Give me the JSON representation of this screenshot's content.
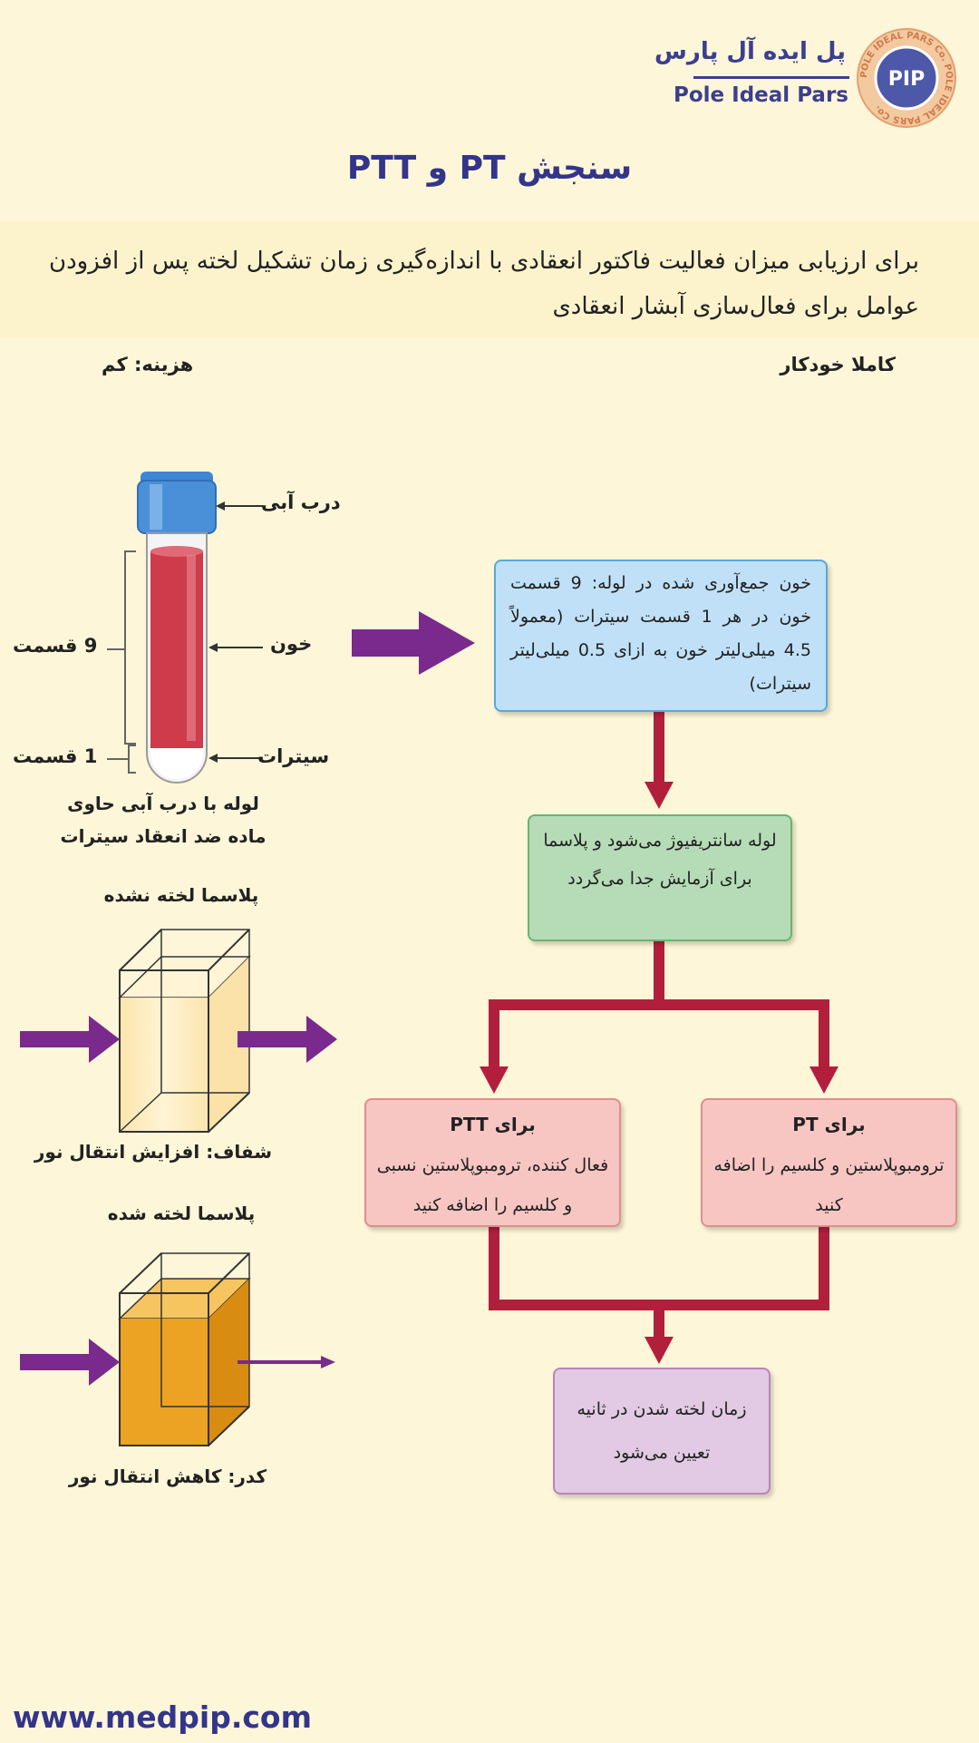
{
  "logo": {
    "name_fa": "پل ایده آل پارس",
    "name_en": "Pole Ideal Pars",
    "mark": "PIP",
    "ring_text": "POLE IDEAL PARS Co. POLE IDEAL PARS Co."
  },
  "title": "سنجش PT و PTT",
  "description": "برای ارزیابی میزان فعالیت فاکتور انعقادی با اندازه‌گیری زمان تشکیل لخته پس از افزودن عوامل برای فعال‌سازی آبشار انعقادی",
  "automatic": "کاملا خودکار",
  "cost": "هزینه: کم",
  "tube": {
    "cap_label": "درب آبی",
    "blood_label": "خون",
    "citrate_label": "سیترات",
    "parts_9": "9  قسمت",
    "parts_1": "1  قسمت",
    "caption_line1": "لوله با درب آبی حاوی",
    "caption_line2": "ماده ضد انعقاد سیترات"
  },
  "cuvette_clear": {
    "title": "پلاسما لخته نشده",
    "caption": "شفاف: افزایش انتقال نور"
  },
  "cuvette_turbid": {
    "title": "پلاسما لخته شده",
    "caption": "کدر: کاهش انتقال نور"
  },
  "flow": {
    "blood": "خون جمع‌آوری شده در لوله: 9 قسمت خون در هر 1 قسمت سیترات (معمولاً 4.5 میلی‌لیتر خون به ازای 0.5 میلی‌لیتر سیترات)",
    "centrifuge": "لوله سانتریفیوژ می‌شود و پلاسما برای آزمایش جدا می‌گردد",
    "ptt_head": "برای PTT",
    "ptt_body": "فعال کننده، ترومبوپلاستین نسبی و کلسیم را اضافه کنید",
    "pt_head": "برای PT",
    "pt_body": "ترومبوپلاستین و کلسیم را اضافه کنید",
    "result": "زمان لخته شدن در ثانیه تعیین می‌شود"
  },
  "website": "www.medpip.com",
  "colors": {
    "background": "#fdf6d8",
    "brand": "#33358a",
    "flow_arrow": "#b21f3c",
    "light_arrow": "#7a2a8c",
    "blood": "#cf3b4b",
    "cap": "#4a90d9"
  }
}
